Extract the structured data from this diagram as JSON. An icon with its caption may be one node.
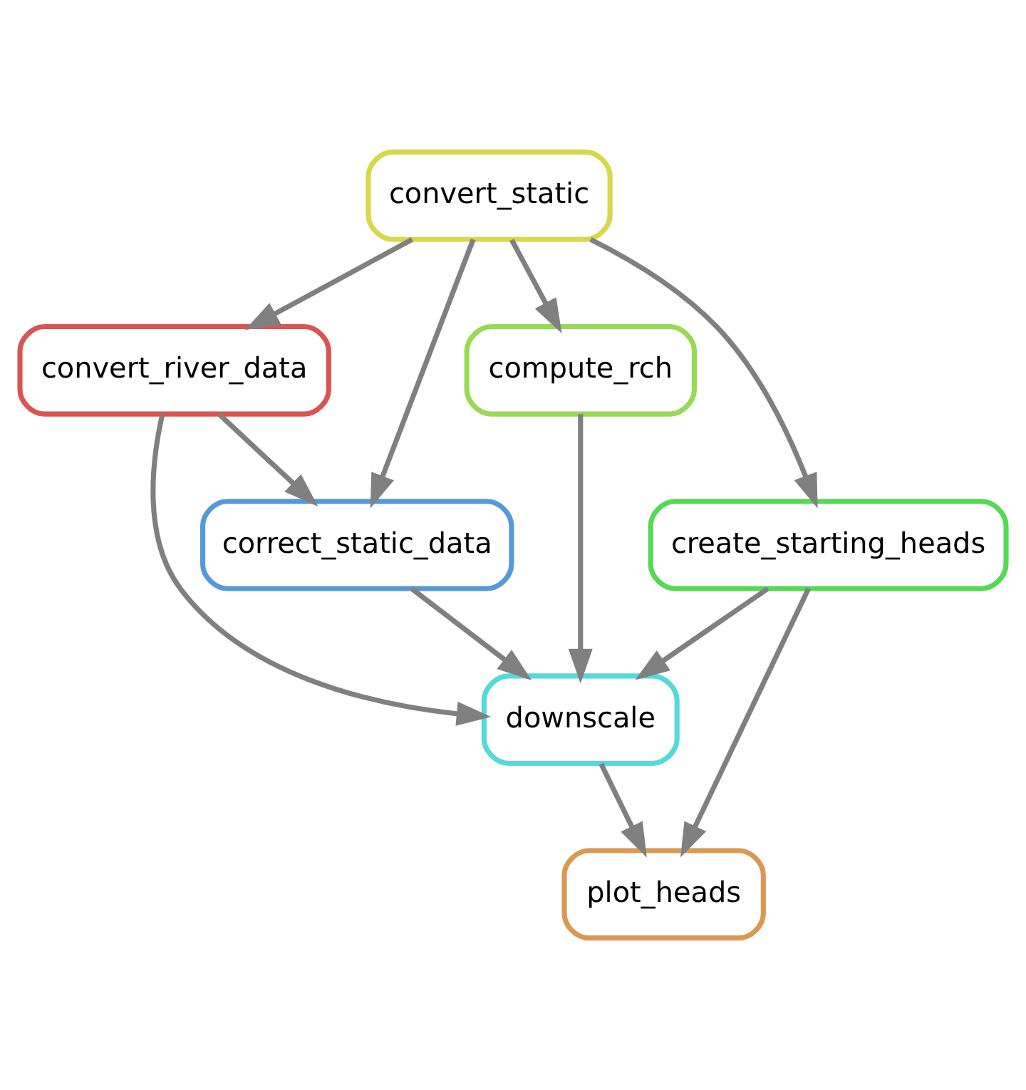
{
  "diagram": {
    "nodes": [
      {
        "text": [
          "convert_static"
        ]
      },
      {
        "text": [
          "convert_river_data"
        ]
      },
      {
        "text": [
          "compute_rch"
        ]
      },
      {
        "text": [
          "correct_static_data"
        ]
      },
      {
        "text": [
          "create_starting_heads"
        ]
      },
      {
        "text": [
          "downscale"
        ]
      },
      {
        "text": [
          "plot_heads"
        ]
      }
    ],
    "edges": [
      {
        "from": 0,
        "to": 3,
        "arrow": "to"
      },
      {
        "from": 0,
        "to": 1,
        "arrow": "to"
      },
      {
        "from": 0,
        "to": 2,
        "arrow": "to"
      },
      {
        "from": 0,
        "to": 4,
        "arrow": "to"
      },
      {
        "from": 1,
        "to": 3,
        "arrow": "to"
      },
      {
        "from": 1,
        "to": 5,
        "arrow": "to"
      },
      {
        "from": 2,
        "to": 5,
        "arrow": "to"
      },
      {
        "from": 3,
        "to": 5,
        "arrow": "to"
      },
      {
        "from": 4,
        "to": 5,
        "arrow": "to"
      },
      {
        "from": 4,
        "to": 6,
        "arrow": "to"
      },
      {
        "from": 5,
        "to": 6,
        "arrow": "to"
      }
    ]
  }
}
